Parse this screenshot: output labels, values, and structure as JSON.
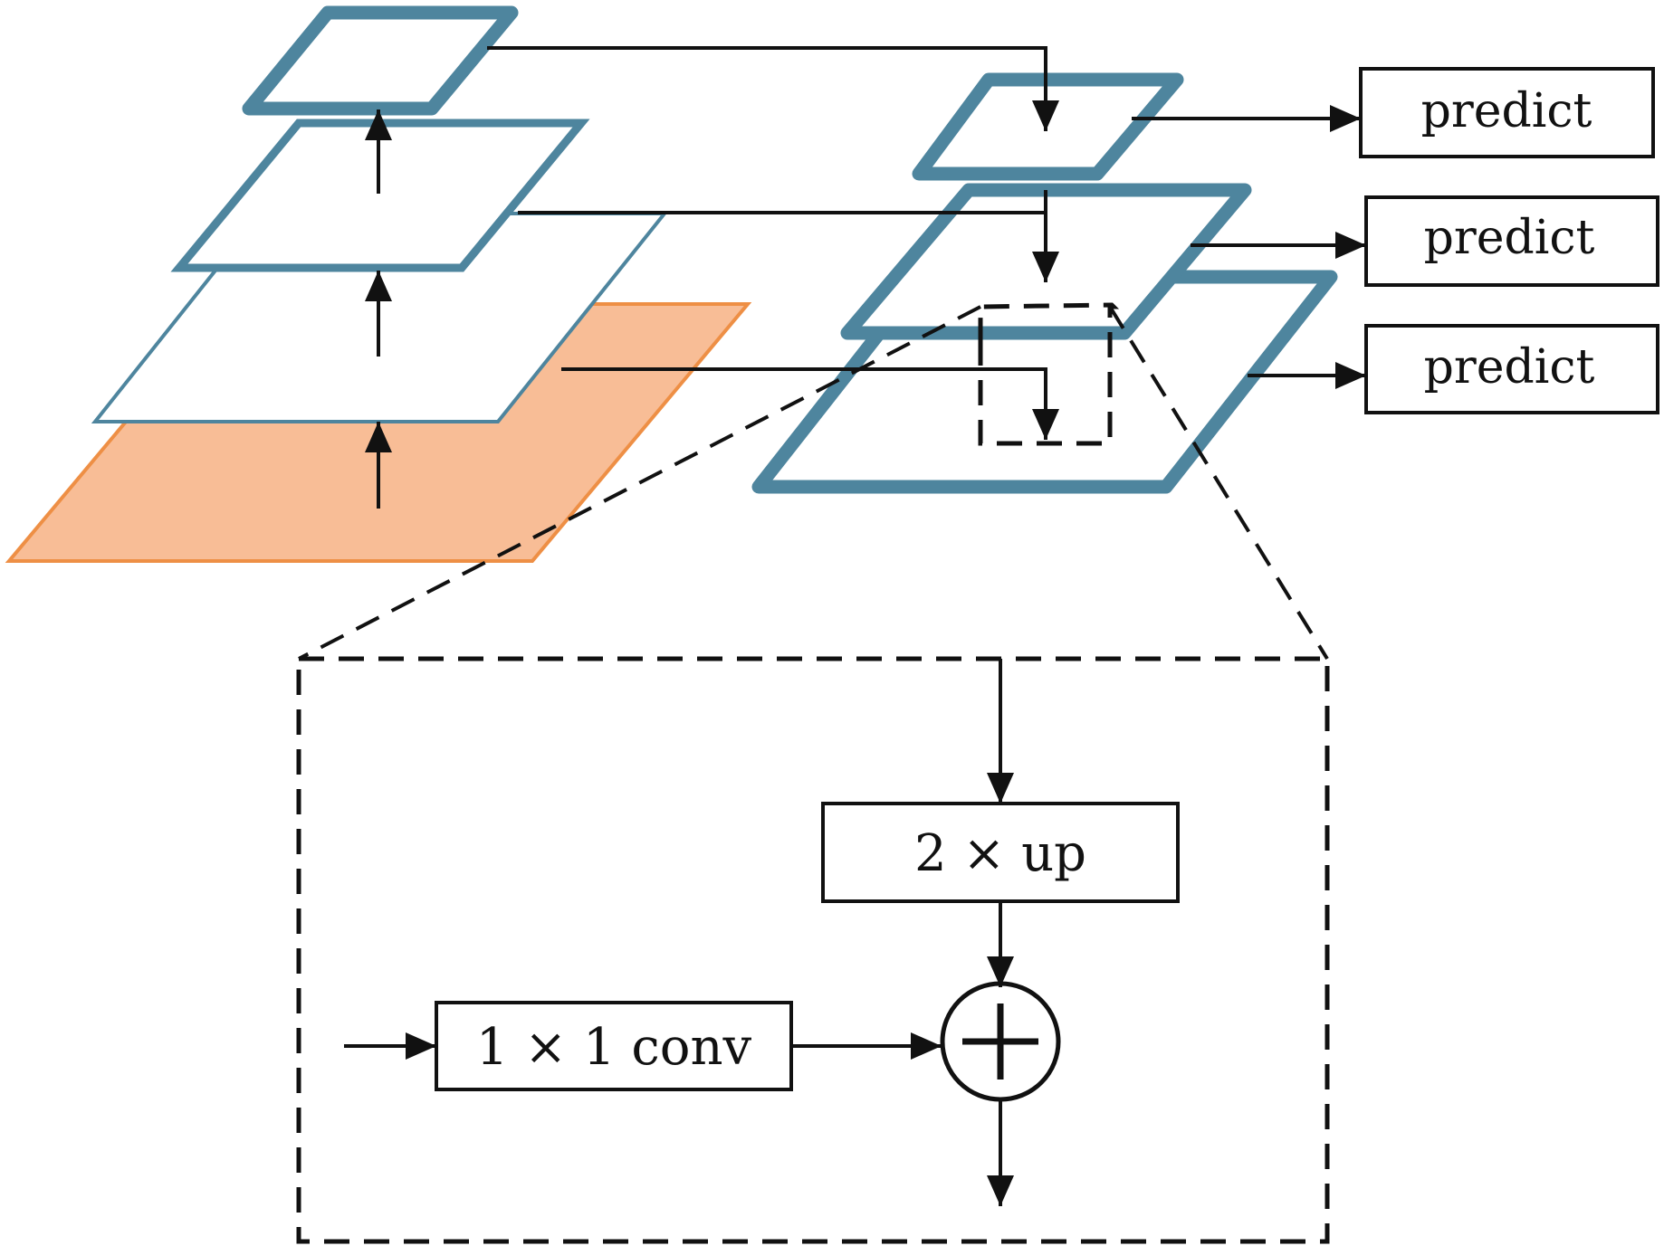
{
  "diagram": {
    "predict_labels": [
      "predict",
      "predict",
      "predict"
    ],
    "upsample_label": "2 × up",
    "conv_label": "1 × 1 conv",
    "add_symbol": "plus-circle-icon"
  },
  "colors": {
    "pyramid_stroke": "#4e859e",
    "base_fill": "#f8bd96",
    "base_stroke": "#ee8f45",
    "line": "#111111"
  }
}
